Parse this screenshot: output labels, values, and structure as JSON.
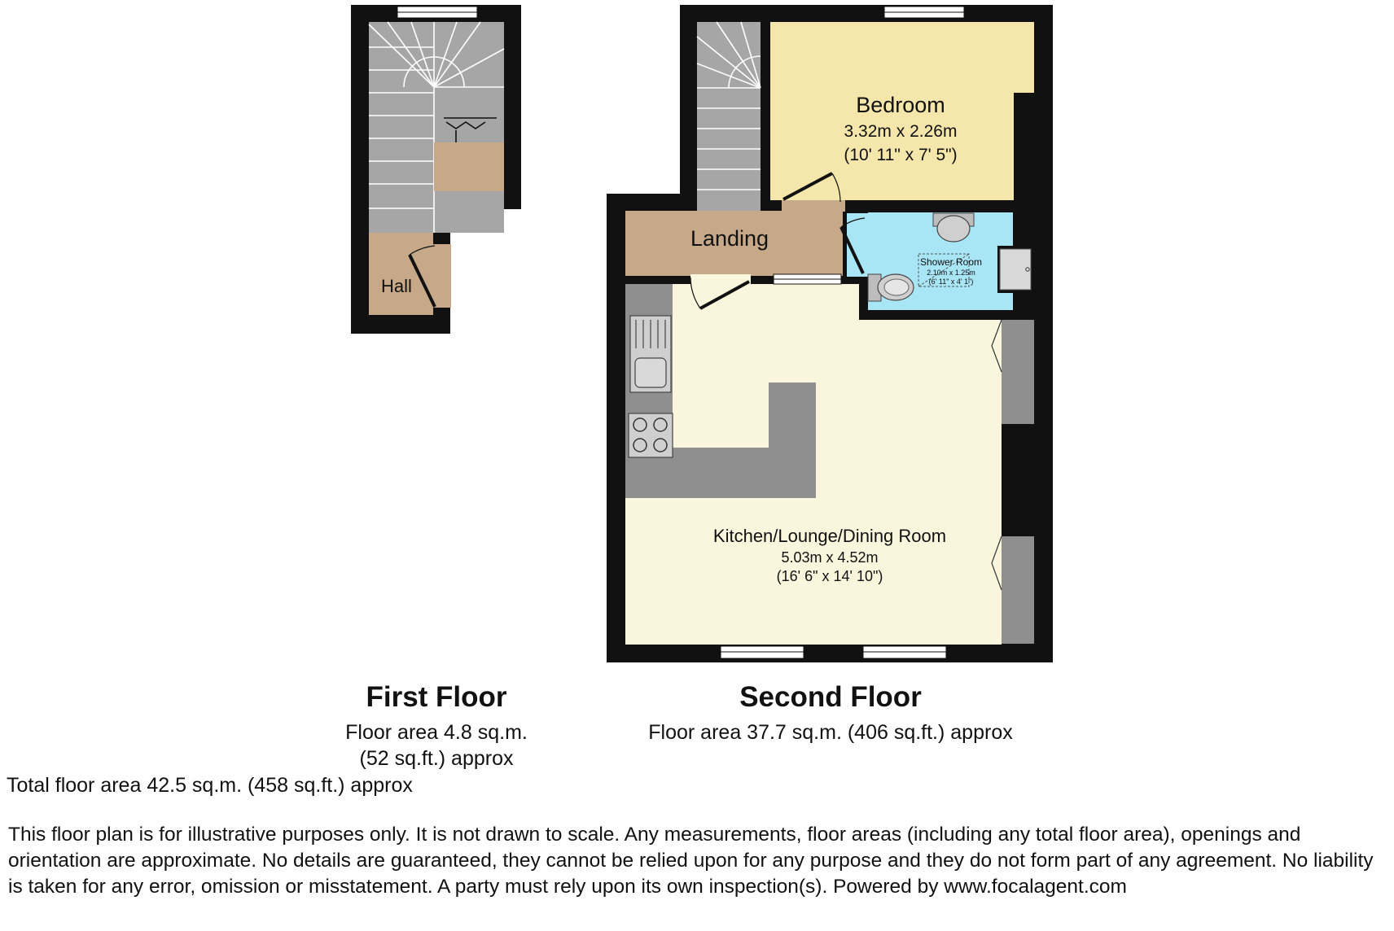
{
  "colors": {
    "wall": "#111111",
    "stairs": "#a6a6a6",
    "hall_floor": "#c7a98a",
    "bedroom_floor": "#f5e7ab",
    "shower_floor": "#a8e6f5",
    "living_floor": "#faf6de",
    "counter": "#8f8f8f"
  },
  "first_floor": {
    "title": "First Floor",
    "area_line1": "Floor area 4.8 sq.m.",
    "area_line2": "(52 sq.ft.) approx",
    "rooms": {
      "hall": "Hall"
    }
  },
  "second_floor": {
    "title": "Second Floor",
    "area": "Floor area 37.7 sq.m. (406 sq.ft.) approx",
    "rooms": {
      "bedroom": {
        "name": "Bedroom",
        "metric": "3.32m x 2.26m",
        "imperial": "(10' 11\" x 7' 5\")"
      },
      "landing": {
        "name": "Landing"
      },
      "shower": {
        "name": "Shower Room",
        "metric": "2.10m x 1.25m",
        "imperial": "(6' 11\" x 4' 1\")"
      },
      "living": {
        "name": "Kitchen/Lounge/Dining Room",
        "metric": "5.03m x 4.52m",
        "imperial": "(16' 6\" x 14' 10\")"
      }
    }
  },
  "total_area": "Total floor area 42.5 sq.m. (458 sq.ft.) approx",
  "disclaimer": "This floor plan is for illustrative purposes only. It is not drawn to scale. Any measurements, floor areas (including any total floor area), openings and orientation are approximate. No details are guaranteed, they cannot be relied upon for any purpose and they do not form part of any agreement. No liability is taken for any error, omission or misstatement. A party must rely upon its own inspection(s). Powered by www.focalagent.com"
}
